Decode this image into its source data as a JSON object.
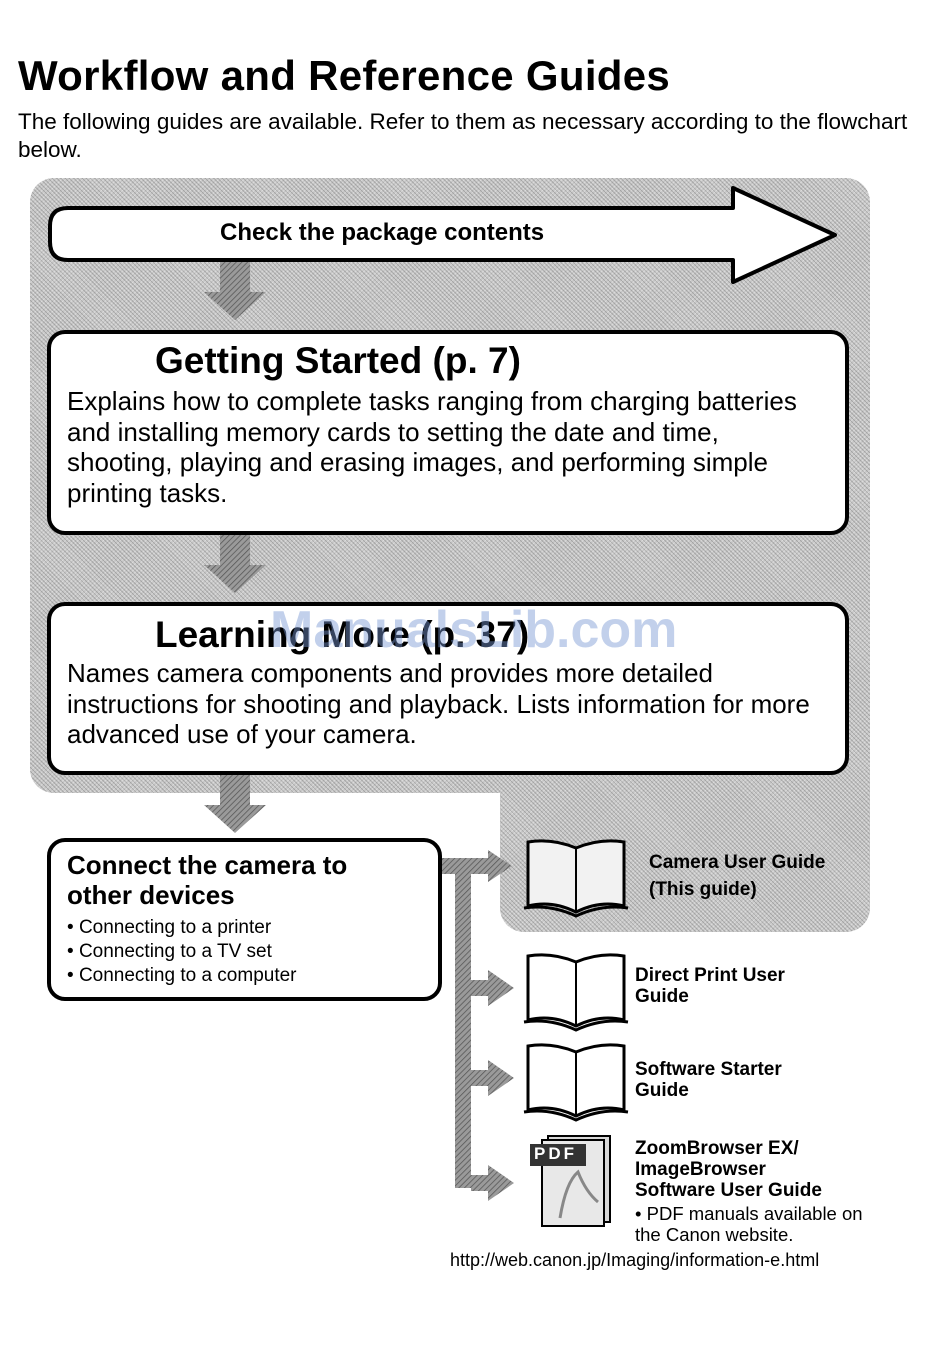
{
  "title": "Workflow and Reference Guides",
  "intro": "The following guides are available. Refer to them as necessary according to the flowchart below.",
  "package_step": "Check the package contents",
  "getting_started": {
    "heading": "Getting Started (p. 7)",
    "text": "Explains how to complete tasks ranging from charging batteries and installing memory cards to setting the date and time, shooting, playing and erasing images, and performing simple printing tasks."
  },
  "learning_more": {
    "heading": "Learning More (p. 37)",
    "text": "Names camera components and provides more detailed instructions for shooting and playback. Lists information for more advanced use of your camera."
  },
  "connect": {
    "title": "Connect the camera to other devices",
    "items": [
      "Connecting to a printer",
      "Connecting to a TV set",
      "Connecting to a computer"
    ]
  },
  "guides": [
    {
      "icon": "open-book-icon",
      "label_line1": "Camera User Guide",
      "label_line2": "(This guide)"
    },
    {
      "icon": "open-book-icon",
      "label_line1": "Direct Print User",
      "label_line2": "Guide"
    },
    {
      "icon": "open-book-icon",
      "label_line1": "Software Starter",
      "label_line2": "Guide"
    },
    {
      "icon": "pdf-document-icon",
      "label_line1": "ZoomBrowser EX/",
      "label_line2": "ImageBrowser",
      "label_line3": "Software User Guide",
      "note": "• PDF manuals available on the Canon website.",
      "pdf_tag": "PDF"
    }
  ],
  "url": "http://web.canon.jp/Imaging/information-e.html",
  "watermark": "ManualsLib.com"
}
